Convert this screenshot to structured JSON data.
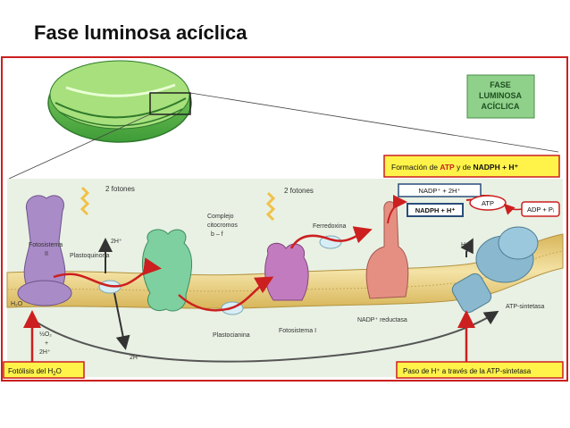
{
  "title": "Fase luminosa acíclica",
  "badge": {
    "line1": "FASE",
    "line2": "LUMINOSA",
    "line3": "ACÍCLICA"
  },
  "top_box": {
    "prefix": "Formación de ",
    "atp": "ATP",
    "mid": " y de ",
    "nadph": "NADPH + H⁺"
  },
  "bottom_left_box": {
    "text": "Fotólisis del H",
    "sub": "2",
    "tail": "O"
  },
  "bottom_right_box": {
    "text": "Paso de H⁺ a través de la ATP-sintetasa"
  },
  "labels": {
    "fotones_1": "2 fotones",
    "fotones_2": "2 fotones",
    "fotosistema_ii_1": "Fotosistema",
    "fotosistema_ii_2": "II",
    "plastoquinona": "Plastoquinona",
    "h2_plus": "2H⁺",
    "complejo_1": "Complejo",
    "complejo_2": "citocromos",
    "complejo_3": "b – f",
    "ferredoxina": "Ferredoxina",
    "nadp_2h": "NADP⁺ + 2H⁺",
    "nadph_h": "NADPH + H⁺",
    "atp": "ATP",
    "adp_pi": "ADP + Pᵢ",
    "h_plus": "H⁺",
    "atp_sintetasa": "ATP-sintetasa",
    "nadp_reductasa": "NADP⁺ reductasa",
    "fotosistema_i": "Fotosistema I",
    "plastocianina": "Plastocianina",
    "h2o": "H₂O",
    "half_o2": "½O₂",
    "plus": "+",
    "h2_plus_bottom": "2H⁺",
    "h2_plus_lumen": "2H⁺"
  },
  "colors": {
    "accent_red": "#cc1f1f",
    "badge_green": "#8fd18a",
    "box_yellow": "#fff34a",
    "membrane": "#e8c66a",
    "photosystem_ii": "#a98bc7",
    "cytochrome": "#7fd0a0",
    "photosystem_i": "#c27bbf",
    "reductase": "#e58f83",
    "atp_synthase": "#8ab8cf",
    "bg_panel": "#e9f1e4"
  }
}
